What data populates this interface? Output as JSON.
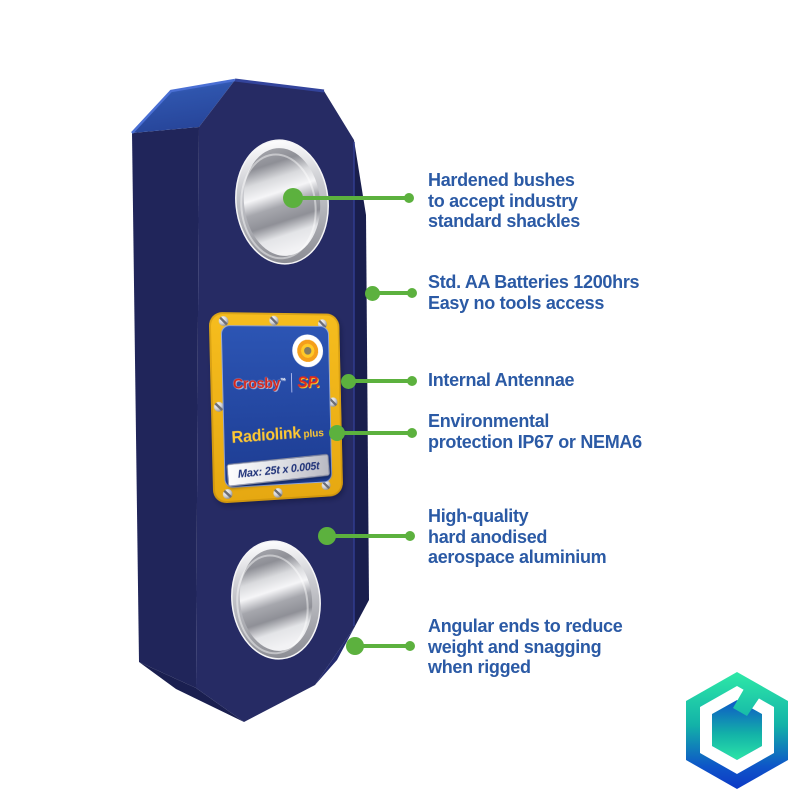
{
  "page": {
    "background": "#ffffff"
  },
  "product_label": {
    "brand": "Crosby",
    "brand_trademark": "™",
    "brand_secondary": "SP.",
    "product_name": "Radiolink",
    "product_suffix": "plus",
    "capacity": "Max: 25t x 0.005t"
  },
  "features": [
    {
      "lines": [
        "Hardened bushes",
        "to accept industry",
        "standard shackles"
      ]
    },
    {
      "lines": [
        "Std. AA Batteries 1200hrs",
        "Easy no tools access"
      ]
    },
    {
      "lines": [
        "Internal Antennae"
      ]
    },
    {
      "lines": [
        "Environmental",
        "protection IP67 or NEMA6"
      ]
    },
    {
      "lines": [
        "High-quality",
        "hard anodised",
        "aerospace aluminium"
      ]
    },
    {
      "lines": [
        "Angular ends to reduce",
        "weight and snagging",
        "when rigged"
      ]
    }
  ],
  "icons": {
    "certification_badge": "gear-certification-badge",
    "corner_logo": "hexagon-w-logo"
  },
  "colors": {
    "feature_text_blue": "#2b5aa5",
    "callout_green": "#5cb13e",
    "device_navy_front": "#262b64",
    "device_navy_side": "#20255a",
    "device_top_facet": "#3b6ad0",
    "label_yellow": "#f2b517",
    "label_panel_blue": "#24479f",
    "brand_red": "#d5261b",
    "product_yellow": "#ffc832",
    "metal_light": "#f5f5f7",
    "metal_dark": "#8c8d94",
    "logo_green": "#2ee9a7",
    "logo_blue": "#0d38c6"
  }
}
